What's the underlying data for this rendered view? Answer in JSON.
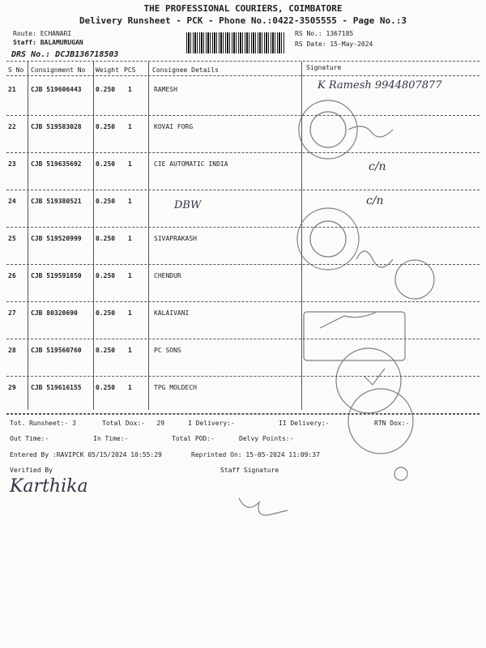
{
  "header": {
    "company": "THE PROFESSIONAL COURIERS, COIMBATORE",
    "subtitle": "Delivery Runsheet - PCK - Phone No.:0422-3505555 - Page No.:3",
    "route": "Route: ECHANARI",
    "staff": "Staff: BALAMURUGAN",
    "rs_no": "RS No.: 1367185",
    "rs_date": "RS Date: 15-May-2024",
    "drs_no": "DRS No.: DCJB136718503"
  },
  "table": {
    "columns": [
      "S No",
      "Consignment No",
      "Weight",
      "PCS",
      "Consignee Details",
      "Signature"
    ],
    "rows": [
      {
        "sno": "21",
        "cn": "CJB 519606443",
        "weight": "0.250",
        "pcs": "1",
        "consignee": "RAMESH"
      },
      {
        "sno": "22",
        "cn": "CJB 519583028",
        "weight": "0.250",
        "pcs": "1",
        "consignee": "KOVAI FORG"
      },
      {
        "sno": "23",
        "cn": "CJB 519635692",
        "weight": "0.250",
        "pcs": "1",
        "consignee": "CIE AUTOMATIC INDIA"
      },
      {
        "sno": "24",
        "cn": "CJB 519380521",
        "weight": "0.250",
        "pcs": "1",
        "consignee": ""
      },
      {
        "sno": "25",
        "cn": "CJB 519520999",
        "weight": "0.250",
        "pcs": "1",
        "consignee": "SIVAPRAKASH"
      },
      {
        "sno": "26",
        "cn": "CJB 519591850",
        "weight": "0.250",
        "pcs": "1",
        "consignee": "CHENDUR"
      },
      {
        "sno": "27",
        "cn": "CJB 80320690",
        "weight": "0.250",
        "pcs": "1",
        "consignee": "KALAIVANI"
      },
      {
        "sno": "28",
        "cn": "CJB 519560760",
        "weight": "0.250",
        "pcs": "1",
        "consignee": "PC SONS"
      },
      {
        "sno": "29",
        "cn": "CJB 519616155",
        "weight": "0.250",
        "pcs": "1",
        "consignee": "TPG MOLDECH"
      }
    ]
  },
  "footer": {
    "tot_runsheet": "Tot. Runsheet:- 3",
    "total_dox": "Total Dox:-   29",
    "i_delivery": "I Delivery:-",
    "ii_delivery": "II Delivery:-",
    "rtn_dox": "RTN Dox:-",
    "out_time": "Out Time:-",
    "in_time": "In Time:-",
    "total_pod": "Total POD:-",
    "delvy_points": "Delvy Points:-",
    "entered_by": "Entered By :RAVIPCK 05/15/2024 10:55:29",
    "reprinted": "Reprinted On: 15-05-2024 11:09:37",
    "verified_by": "Verified By",
    "staff_signature": "Staff Signature"
  },
  "handwriting": {
    "row21": "K Ramesh 9944807877",
    "row23": "c/n",
    "row24_consignee": "DBW",
    "row24_sig": "c/n",
    "verified_sig": "Karthika"
  }
}
